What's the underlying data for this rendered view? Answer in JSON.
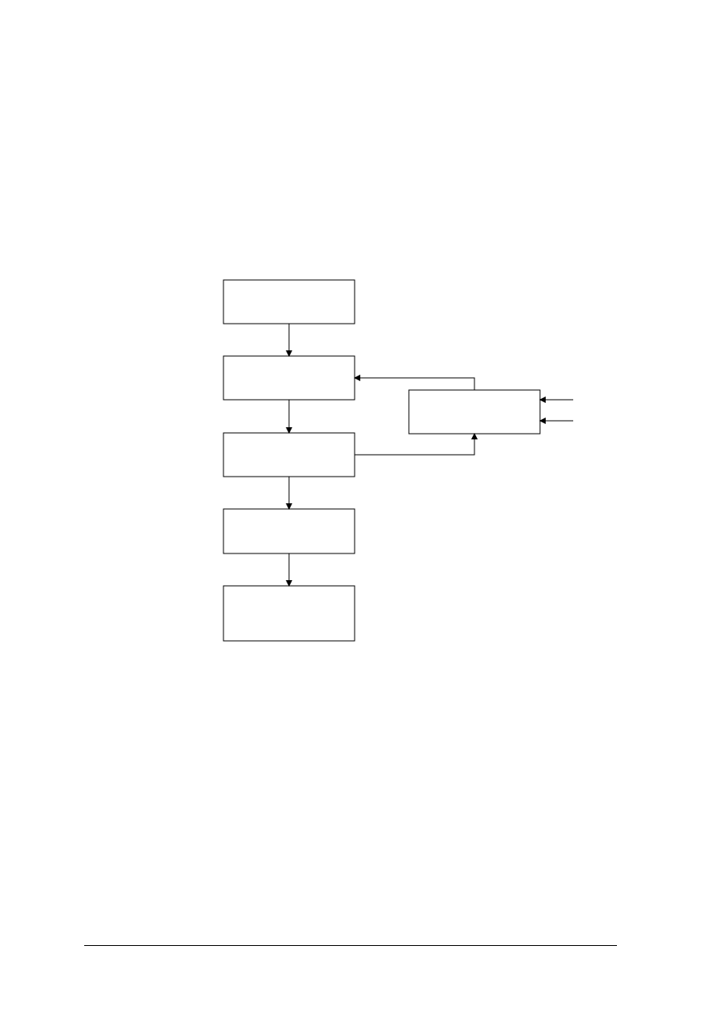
{
  "diagram": {
    "boxes": [
      {
        "id": "box-1",
        "label": ""
      },
      {
        "id": "box-2",
        "label": ""
      },
      {
        "id": "box-3",
        "label": ""
      },
      {
        "id": "box-4",
        "label": ""
      },
      {
        "id": "box-5",
        "label": ""
      },
      {
        "id": "side-box",
        "label": ""
      }
    ],
    "connections": [
      {
        "from": "box-1",
        "to": "box-2"
      },
      {
        "from": "box-2",
        "to": "box-3"
      },
      {
        "from": "box-3",
        "to": "box-4"
      },
      {
        "from": "box-4",
        "to": "box-5"
      },
      {
        "from": "box-3",
        "to": "side-box"
      },
      {
        "from": "side-box",
        "to": "box-2"
      },
      {
        "from": "external-input-1",
        "to": "side-box"
      },
      {
        "from": "external-input-2",
        "to": "side-box"
      }
    ],
    "line_color": "#000000",
    "box_fill": "#ffffff"
  }
}
